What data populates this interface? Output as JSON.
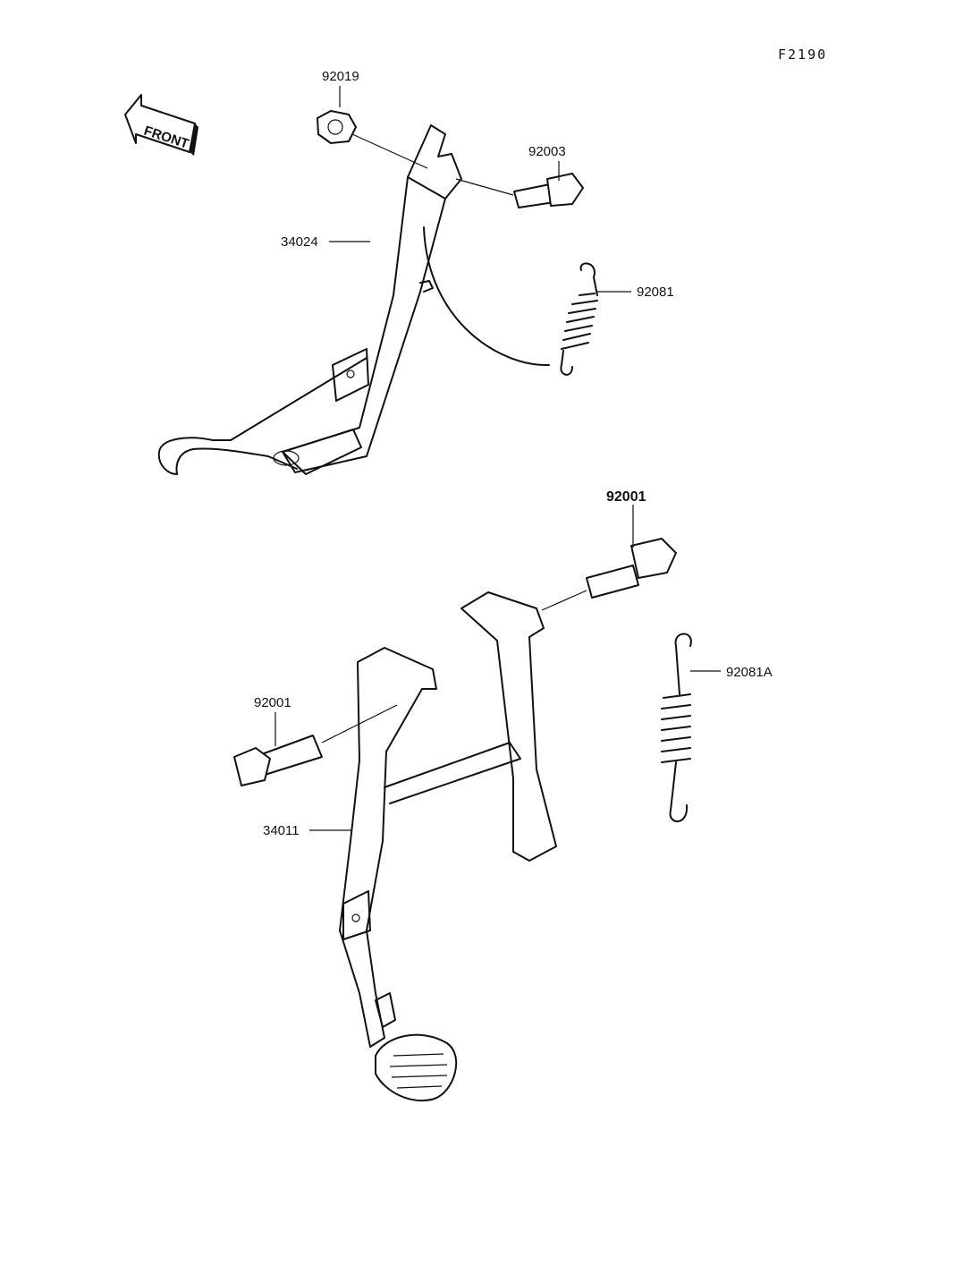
{
  "figure_code": "F2190",
  "front_arrow_label": "FRONT",
  "parts": {
    "nut_top": "92019",
    "bolt_top": "92003",
    "spring_side": "92081",
    "side_stand": "34024",
    "bolt_right": "92001",
    "bolt_left": "92001",
    "spring_center": "92081A",
    "center_stand": "34011"
  }
}
